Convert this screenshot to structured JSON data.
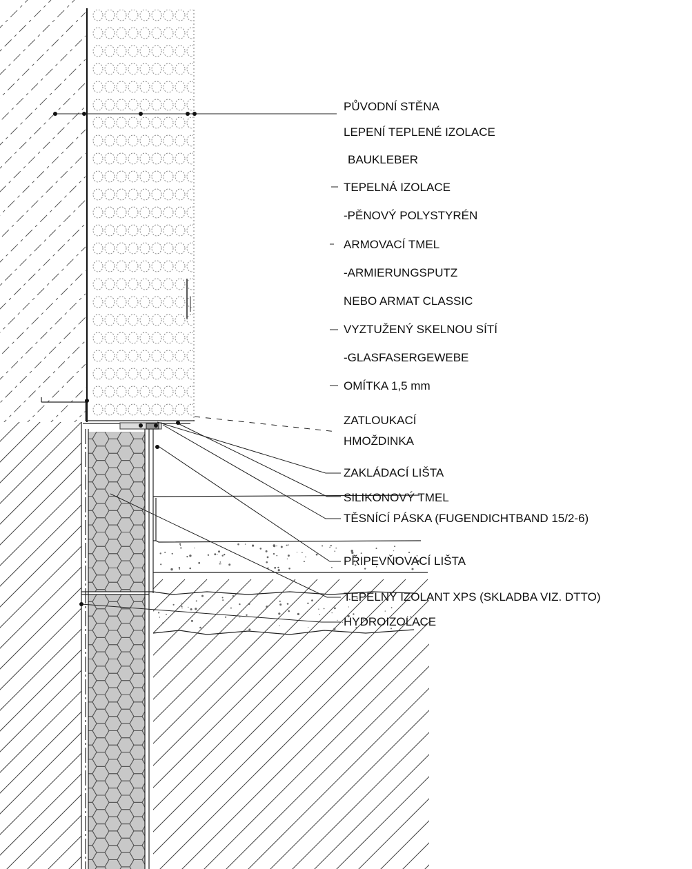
{
  "labels": {
    "puvodni_stena": "PŮVODNÍ STĚNA",
    "lepeni": "LEPENÍ TEPLENÉ IZOLACE",
    "baukleber": "BAUKLEBER",
    "tepelna_izolace": "TEPELNÁ IZOLACE",
    "polystyren": "-PĚNOVÝ POLYSTYRÉN",
    "armovaci_tmel": "ARMOVACÍ TMEL",
    "armierungsputz": "-ARMIERUNGSPUTZ",
    "armat_classic": "NEBO ARMAT CLASSIC",
    "vyztuzeny": "VYZTUŽENÝ SKELNOU SÍTÍ",
    "glasfaser": "-GLASFASERGEWEBE",
    "omitka": "OMÍTKA 1,5 mm",
    "zatloukaci_1": "ZATLOUKACÍ",
    "zatloukaci_2": "HMOŽDINKA",
    "zakladaci_lista": "ZAKLÁDACÍ LIŠTA",
    "silikonovy_tmel": "SILIKONOVÝ TMEL",
    "tesnici_paska": "TĚSNÍCÍ PÁSKA (FUGENDICHTBAND 15/2-6)",
    "pripevnovaci_lista": "PŘIPEVŇOVACÍ LIŠTA",
    "xps": "TEPELNÝ IZOLANT XPS (SKLADBA VIZ. DTTO)",
    "hydroizolace": "HYDROIZOLACE"
  },
  "colors": {
    "line": "#222222",
    "hatch": "#444444",
    "xps_fill": "#c8c8c8",
    "xps_stroke": "#555555",
    "polystyrene_stroke": "#888888",
    "background": "#ffffff"
  }
}
